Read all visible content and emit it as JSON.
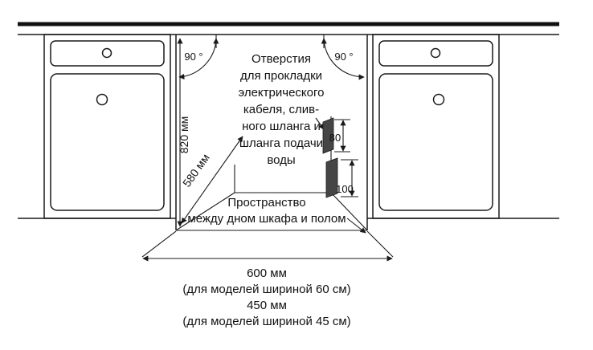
{
  "diagram": {
    "title": "dishwasher-installation-niche-diagram",
    "angle_left": "90 °",
    "angle_right": "90 °",
    "dim_height": "820 мм",
    "dim_depth": "580 мм",
    "hole_dim_top": "80",
    "hole_dim_bottom": "100",
    "holes_note": {
      "l0": "Отверстия",
      "l1": "для прокладки",
      "l2": "электрического",
      "l3": "кабеля, слив-",
      "l4": "ного шланга и",
      "l5": "шланга подачи",
      "l6": "воды"
    },
    "floor_note": {
      "l0": "Пространство",
      "l1": "между дном шкафа и полом"
    },
    "width_note": {
      "l0": "600 мм",
      "l1": "(для моделей шириной 60 см)",
      "l2": "450 мм",
      "l3": "(для моделей шириной 45 см)"
    },
    "colors": {
      "line": "#1a1a1a",
      "background": "#ffffff",
      "hole_fill": "#454545"
    }
  }
}
